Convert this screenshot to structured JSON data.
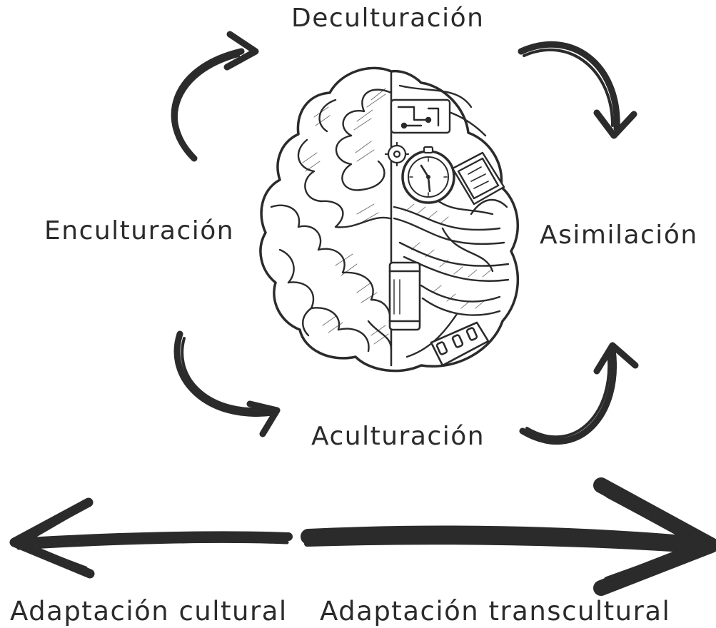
{
  "cycle": {
    "top": "Deculturación",
    "left": "Enculturación",
    "right": "Asimilación",
    "bottom": "Aculturación"
  },
  "axis": {
    "left_label": "Adaptación cultural",
    "right_label": "Adaptación transcultural"
  },
  "colors": {
    "ink": "#2b2b2b",
    "paper": "#ffffff"
  },
  "icons": [
    "brain-machine-icon",
    "curved-arrow-icon",
    "double-arrow-icon"
  ]
}
